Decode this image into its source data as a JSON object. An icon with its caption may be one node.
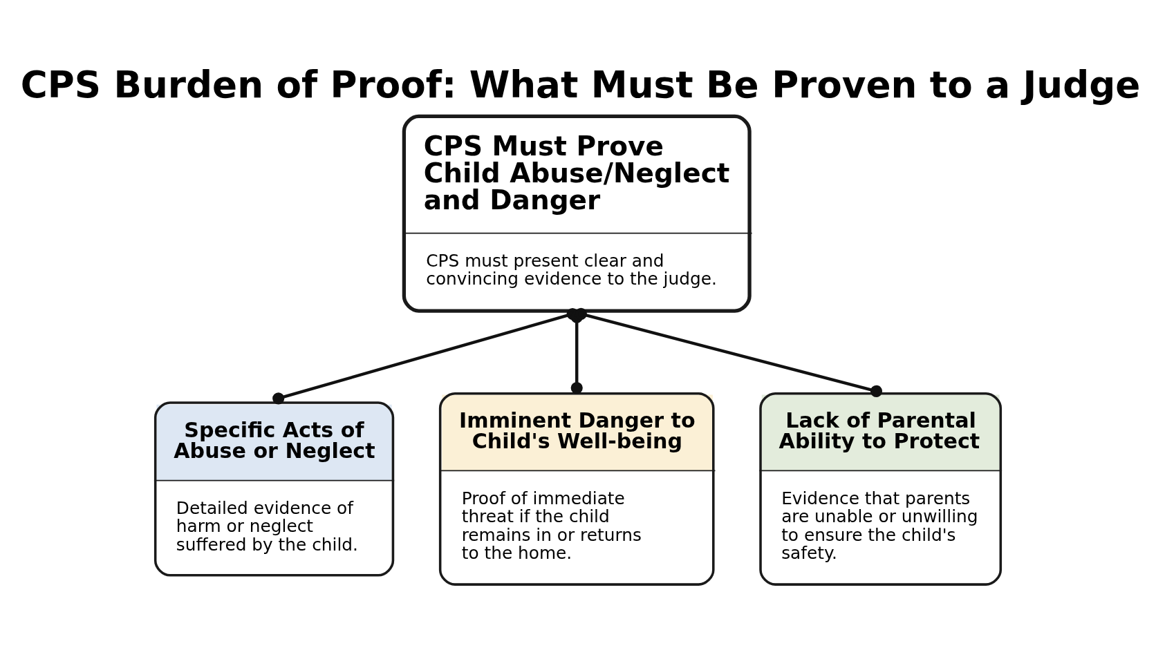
{
  "diagram": {
    "title": "CPS Burden of Proof: What Must Be Proven to a Judge",
    "nodes": [
      {
        "text": [
          "CPS Must Prove Child Abuse/Neglect and Danger",
          "CPS must present clear and convincing evidence to the judge."
        ]
      },
      {
        "text": [
          "Specific Acts of Abuse or Neglect",
          "Detailed evidence of harm or neglect suffered by the child."
        ]
      },
      {
        "text": [
          "Imminent Danger to Child's Well-being",
          "Proof of immediate threat if the child remains in or returns to the home."
        ]
      },
      {
        "text": [
          "Lack of Parental Ability to Protect",
          "Evidence that parents are unable or unwilling to ensure the child's safety."
        ]
      }
    ],
    "edges": [
      {
        "from": 0,
        "to": 1,
        "arrow": "other"
      },
      {
        "from": 0,
        "to": 2,
        "arrow": "other"
      },
      {
        "from": 0,
        "to": 3,
        "arrow": "other"
      }
    ]
  }
}
